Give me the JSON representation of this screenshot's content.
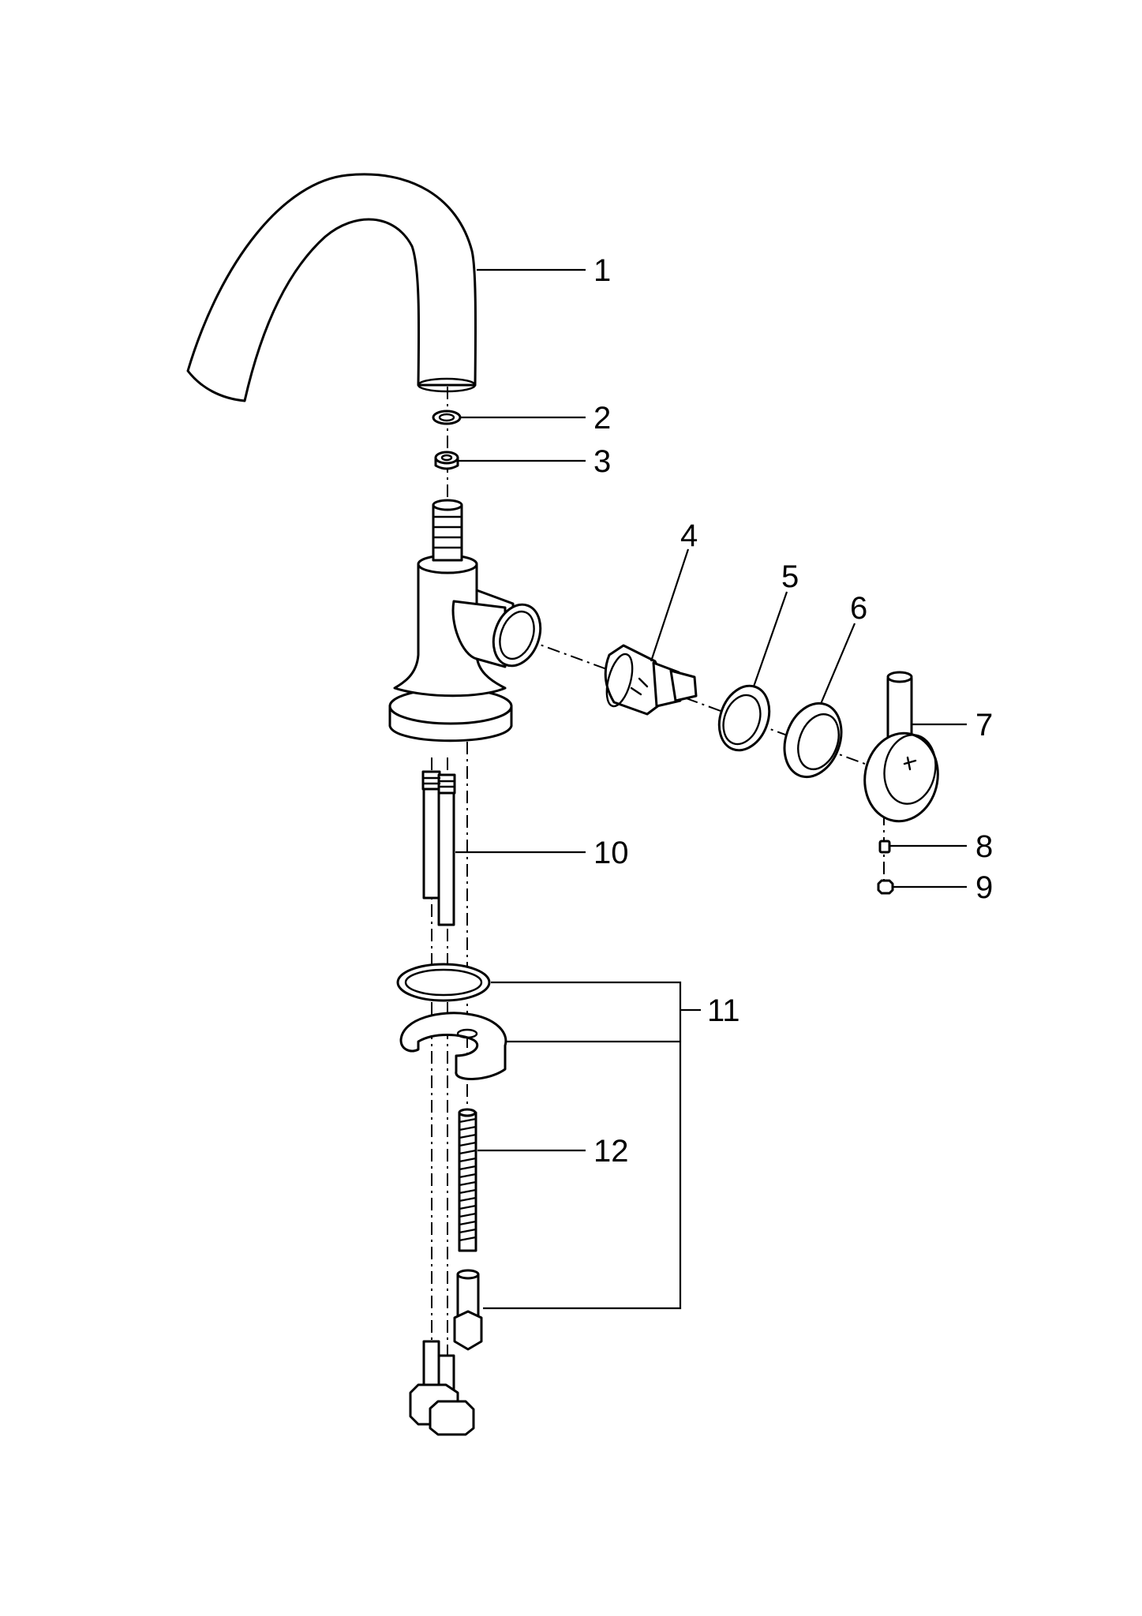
{
  "diagram": {
    "type": "exploded parts diagram",
    "callouts": [
      {
        "id": "1",
        "label": "1"
      },
      {
        "id": "2",
        "label": "2"
      },
      {
        "id": "3",
        "label": "3"
      },
      {
        "id": "4",
        "label": "4"
      },
      {
        "id": "5",
        "label": "5"
      },
      {
        "id": "6",
        "label": "6"
      },
      {
        "id": "7",
        "label": "7"
      },
      {
        "id": "8",
        "label": "8"
      },
      {
        "id": "9",
        "label": "9"
      },
      {
        "id": "10",
        "label": "10"
      },
      {
        "id": "11",
        "label": "11"
      },
      {
        "id": "12",
        "label": "12"
      }
    ]
  },
  "colors": {
    "line": "#000000",
    "background": "#ffffff"
  }
}
